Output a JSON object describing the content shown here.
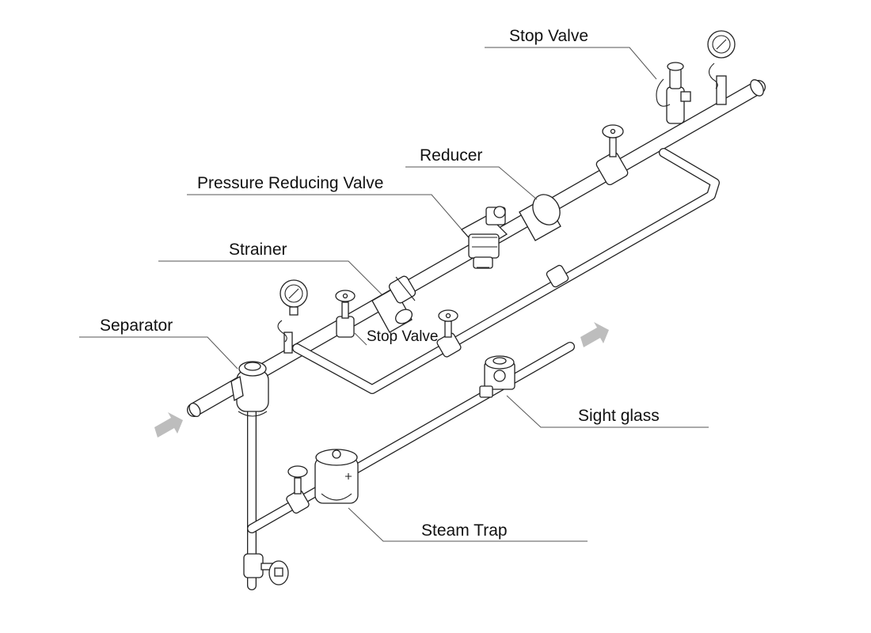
{
  "labels": {
    "stop_valve_top": "Stop Valve",
    "reducer": "Reducer",
    "pressure_reducing_valve": "Pressure Reducing Valve",
    "strainer": "Strainer",
    "separator": "Separator",
    "stop_valve_bypass": "Stop Valve",
    "sight_glass": "Sight glass",
    "steam_trap": "Steam Trap"
  },
  "colors": {
    "line": "#222222",
    "leader": "#555555",
    "flow_arrow": "#bdbdbd",
    "background": "#ffffff"
  },
  "icons": {
    "flow_arrow": "arrow-right-up-icon",
    "pressure_gauge": "gauge-icon",
    "valve_handwheel": "handwheel-icon"
  }
}
